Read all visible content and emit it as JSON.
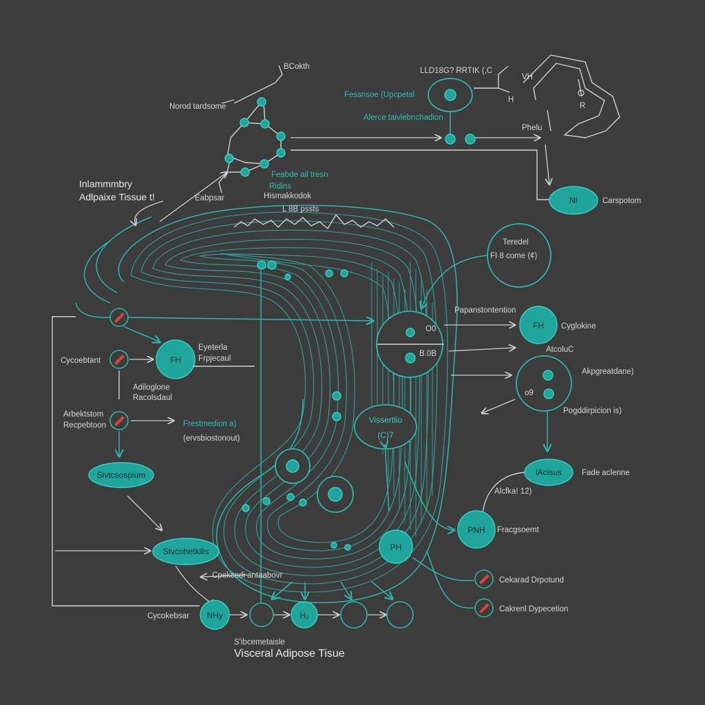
{
  "title": {
    "line1": "Inlammmbry",
    "line2": "Adlpaixe Tissue t!"
  },
  "bottom": {
    "small": "S'ibcemetaisle",
    "main": "Visceral Adipose Tisue"
  },
  "top": {
    "bcokh": "BCokth",
    "norod": "Norod tardsome",
    "eabpsar": "Eabpsar",
    "feabde": "Feabde ail tresn",
    "ridins": "Ridins",
    "histomakok": "Hismakkodok",
    "lbbpsts": "L 8B pssts",
    "fessnsc": "Fessnsoe (Upcpetal",
    "alerce": "Alerce taivlebnchadion",
    "indrco": "LLD18G? RRTIK (,C",
    "vh": "VH",
    "h": "H",
    "r": "R",
    "phelu": "Phelu",
    "nh": "NI",
    "carspotom": "Carspotom"
  },
  "left": {
    "cycoebtant": "Cycoebtant",
    "eyeteria": "Eyeterla",
    "frpjecaul": "Frpjecaul",
    "fh": "FH",
    "adiloglone": "Adiloglone",
    "racolsdaut": "Racolsdaul",
    "arbektstom": "Arbektstom",
    "recpebtoon": "Recpebtoon",
    "frestmedion": "Frestmedion a)",
    "ervsbiost": "(ervsbiostonout)",
    "sivtcsospium": "Sivtcsospium",
    "stvcohetkilis": "Stvcohetkilis",
    "cpekcedi": "Cpekcedi antaabovr",
    "cycokebsar": "Cycokebsar",
    "nh_bottom": "NHy",
    "h2": "H₂"
  },
  "center": {
    "visserthio": "Vissertlio",
    "c9": "(C)7",
    "ph": "PH",
    "oo": "O0",
    "bmb": "B.0B"
  },
  "right": {
    "teredel": "Teredel",
    "fi8": "FI 8 come (¢)",
    "paneatsotention": "Papanstontention",
    "fh": "FH",
    "cyglokine": "Cyglokine",
    "atcoluc": "AtcoluC",
    "akpgreatldane": "Akpgreatdane)",
    "o9": "o9",
    "pogddirpicion": "Pogddirpicion is)",
    "iacisus": "lAcisus",
    "fade": "Fade aclenne",
    "alclkes": "Alcfka! 12)",
    "pnh": "PNH",
    "fracgsoemt": "Fracgsoemt",
    "cekard1": "Cekarad Drpotund",
    "cekard2": "Cakrenl Dypecetion"
  },
  "palette": {
    "background": "#3c3c3c",
    "teal": "#2fb8ad",
    "teal_fill": "#1fa59b",
    "red": "#d9453c",
    "line": "#cfd3d3"
  }
}
